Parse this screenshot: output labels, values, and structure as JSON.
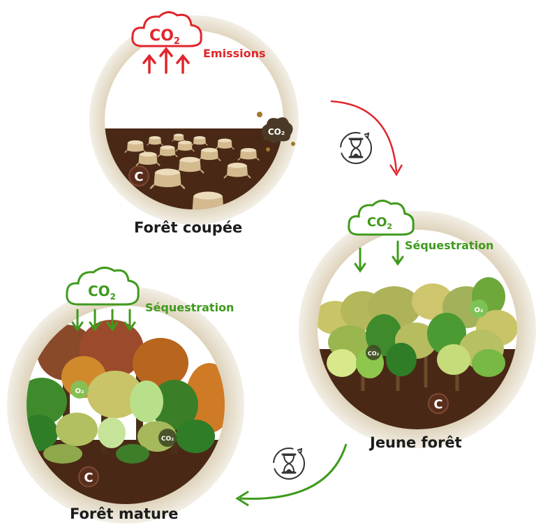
{
  "colors": {
    "ring": "#e7dfcf",
    "soil": "#4a2816",
    "emission": "#e0262c",
    "sequestration": "#3f9a1c",
    "stump": "#d9c49c",
    "carbon_badge": "#5a2e1c"
  },
  "stages": [
    {
      "title": "Forêt coupée",
      "flux_label": "Emissions",
      "cloud_label": "CO",
      "cloud_sub": "2",
      "soil_gas": "CO₂",
      "carbon": "C"
    },
    {
      "title": "Jeune forêt",
      "flux_label": "Séquestration",
      "cloud_label": "CO",
      "cloud_sub": "2",
      "tree_gas_1": "O₂",
      "tree_gas_2": "CO₂",
      "carbon": "C"
    },
    {
      "title": "Forêt mature",
      "flux_label": "Séquestration",
      "cloud_label": "CO",
      "cloud_sub": "2",
      "tree_gas_1": "O₂",
      "tree_gas_2": "CO₂",
      "carbon": "C"
    }
  ],
  "transitions": [
    {
      "icon": "hourglass-icon"
    },
    {
      "icon": "hourglass-icon"
    }
  ]
}
